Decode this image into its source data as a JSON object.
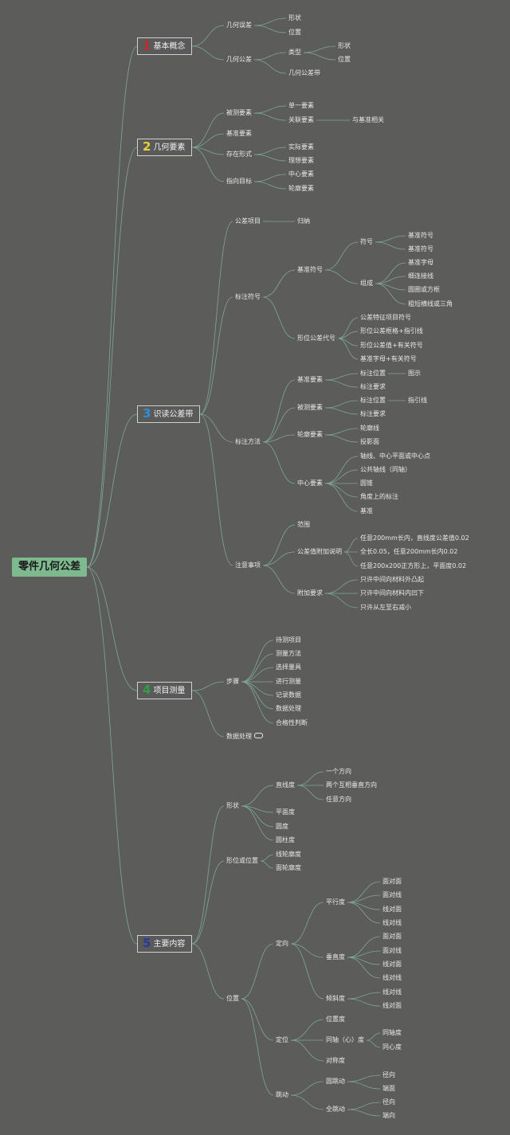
{
  "root": {
    "label": "零件几何公差"
  },
  "colors": {
    "background": "#5c5c5b",
    "link": "#7ea79a",
    "root_fill": "#7fb98f"
  },
  "branches": [
    {
      "num": "1",
      "num_color": "#c8282c",
      "label": "基本概念",
      "children": [
        {
          "label": "几何误差",
          "children": [
            {
              "label": "形状"
            },
            {
              "label": "位置"
            }
          ]
        },
        {
          "label": "几何公差",
          "children": [
            {
              "label": "类型",
              "children": [
                {
                  "label": "形状"
                },
                {
                  "label": "位置"
                }
              ]
            },
            {
              "label": "几何公差带"
            }
          ]
        }
      ]
    },
    {
      "num": "2",
      "num_color": "#e9cf3a",
      "label": "几何要素",
      "children": [
        {
          "label": "被测要素",
          "children": [
            {
              "label": "单一要素"
            },
            {
              "label": "关联要素",
              "children": [
                {
                  "label": "与基准相关"
                }
              ]
            }
          ]
        },
        {
          "label": "基准要素"
        },
        {
          "label": "存在形式",
          "children": [
            {
              "label": "实际要素"
            },
            {
              "label": "理想要素"
            }
          ]
        },
        {
          "label": "指向目标",
          "children": [
            {
              "label": "中心要素"
            },
            {
              "label": "轮廓要素"
            }
          ]
        }
      ]
    },
    {
      "num": "3",
      "num_color": "#2f8fd6",
      "label": "识读公差带",
      "children": [
        {
          "label": "公差项目",
          "children": [
            {
              "label": "归纳"
            }
          ]
        },
        {
          "label": "标注符号",
          "children": [
            {
              "label": "基准符号",
              "children": [
                {
                  "label": "符号",
                  "children": [
                    {
                      "label": "基准符号"
                    },
                    {
                      "label": "基准符号"
                    }
                  ]
                },
                {
                  "label": "组成",
                  "children": [
                    {
                      "label": "基准字母"
                    },
                    {
                      "label": "细连接线"
                    },
                    {
                      "label": "圆圈或方框"
                    },
                    {
                      "label": "粗短横线或三角"
                    }
                  ]
                }
              ]
            },
            {
              "label": "形位公差代号",
              "children": [
                {
                  "label": "公差特征项目符号"
                },
                {
                  "label": "形位公差框格+指引线"
                },
                {
                  "label": "形位公差值+有关符号"
                },
                {
                  "label": "基准字母+有关符号"
                }
              ]
            }
          ]
        },
        {
          "label": "标注方法",
          "children": [
            {
              "label": "基准要素",
              "children": [
                {
                  "label": "标注位置",
                  "children": [
                    {
                      "label": "图示"
                    }
                  ]
                },
                {
                  "label": "标注要求"
                }
              ]
            },
            {
              "label": "被测要素",
              "children": [
                {
                  "label": "标注位置",
                  "children": [
                    {
                      "label": "指引线"
                    }
                  ]
                },
                {
                  "label": "标注要求"
                }
              ]
            },
            {
              "label": "轮廓要素",
              "children": [
                {
                  "label": "轮廓线"
                },
                {
                  "label": "投影面"
                }
              ]
            },
            {
              "label": "中心要素",
              "children": [
                {
                  "label": "轴线、中心平面或中心点"
                },
                {
                  "label": "公共轴线（同轴）"
                },
                {
                  "label": "圆锥"
                },
                {
                  "label": "角度上的标注"
                },
                {
                  "label": "基准"
                }
              ]
            }
          ]
        },
        {
          "label": "注意事项",
          "children": [
            {
              "label": "范围"
            },
            {
              "label": "公差值附加说明",
              "children": [
                {
                  "label": "任意200mm长内，直线度公差值0.02"
                },
                {
                  "label": "全长0.05，任意200mm长内0.02"
                },
                {
                  "label": "任意200x200正方形上，平面度0.02"
                }
              ]
            },
            {
              "label": "附加要求",
              "children": [
                {
                  "label": "只许中间向材料外凸起"
                },
                {
                  "label": "只许中间向材料内凹下"
                },
                {
                  "label": "只许从左至右减小"
                }
              ]
            }
          ]
        }
      ]
    },
    {
      "num": "4",
      "num_color": "#2ea043",
      "label": "项目测量",
      "children": [
        {
          "label": "步骤",
          "children": [
            {
              "label": "待测项目"
            },
            {
              "label": "测量方法"
            },
            {
              "label": "选择量具"
            },
            {
              "label": "进行测量"
            },
            {
              "label": "记录数据"
            },
            {
              "label": "数据处理"
            },
            {
              "label": "合格性判断"
            }
          ]
        },
        {
          "label": "数据处理",
          "icon": "link-icon"
        }
      ]
    },
    {
      "num": "5",
      "num_color": "#2b3a9a",
      "label": "主要内容",
      "children": [
        {
          "label": "形状",
          "children": [
            {
              "label": "直线度",
              "children": [
                {
                  "label": "一个方向"
                },
                {
                  "label": "两个互相垂直方向"
                },
                {
                  "label": "任意方向"
                }
              ]
            },
            {
              "label": "平面度"
            },
            {
              "label": "圆度"
            },
            {
              "label": "圆柱度"
            }
          ]
        },
        {
          "label": "形位或位置",
          "children": [
            {
              "label": "线轮廓度"
            },
            {
              "label": "面轮廓度"
            }
          ]
        },
        {
          "label": "位置",
          "children": [
            {
              "label": "定向",
              "children": [
                {
                  "label": "平行度",
                  "children": [
                    {
                      "label": "面对面"
                    },
                    {
                      "label": "面对线"
                    },
                    {
                      "label": "线对面"
                    },
                    {
                      "label": "线对线"
                    }
                  ]
                },
                {
                  "label": "垂直度",
                  "children": [
                    {
                      "label": "面对面"
                    },
                    {
                      "label": "面对线"
                    },
                    {
                      "label": "线对面"
                    },
                    {
                      "label": "线对线"
                    }
                  ]
                },
                {
                  "label": "倾斜度",
                  "children": [
                    {
                      "label": "线对线"
                    },
                    {
                      "label": "线对面"
                    }
                  ]
                }
              ]
            },
            {
              "label": "定位",
              "children": [
                {
                  "label": "位置度"
                },
                {
                  "label": "同轴（心）度",
                  "children": [
                    {
                      "label": "同轴度"
                    },
                    {
                      "label": "同心度"
                    }
                  ]
                },
                {
                  "label": "对称度"
                }
              ]
            },
            {
              "label": "跳动",
              "children": [
                {
                  "label": "圆跳动",
                  "children": [
                    {
                      "label": "径向"
                    },
                    {
                      "label": "端面"
                    }
                  ]
                },
                {
                  "label": "全跳动",
                  "children": [
                    {
                      "label": "径向"
                    },
                    {
                      "label": "端向"
                    }
                  ]
                }
              ]
            }
          ]
        }
      ]
    }
  ]
}
